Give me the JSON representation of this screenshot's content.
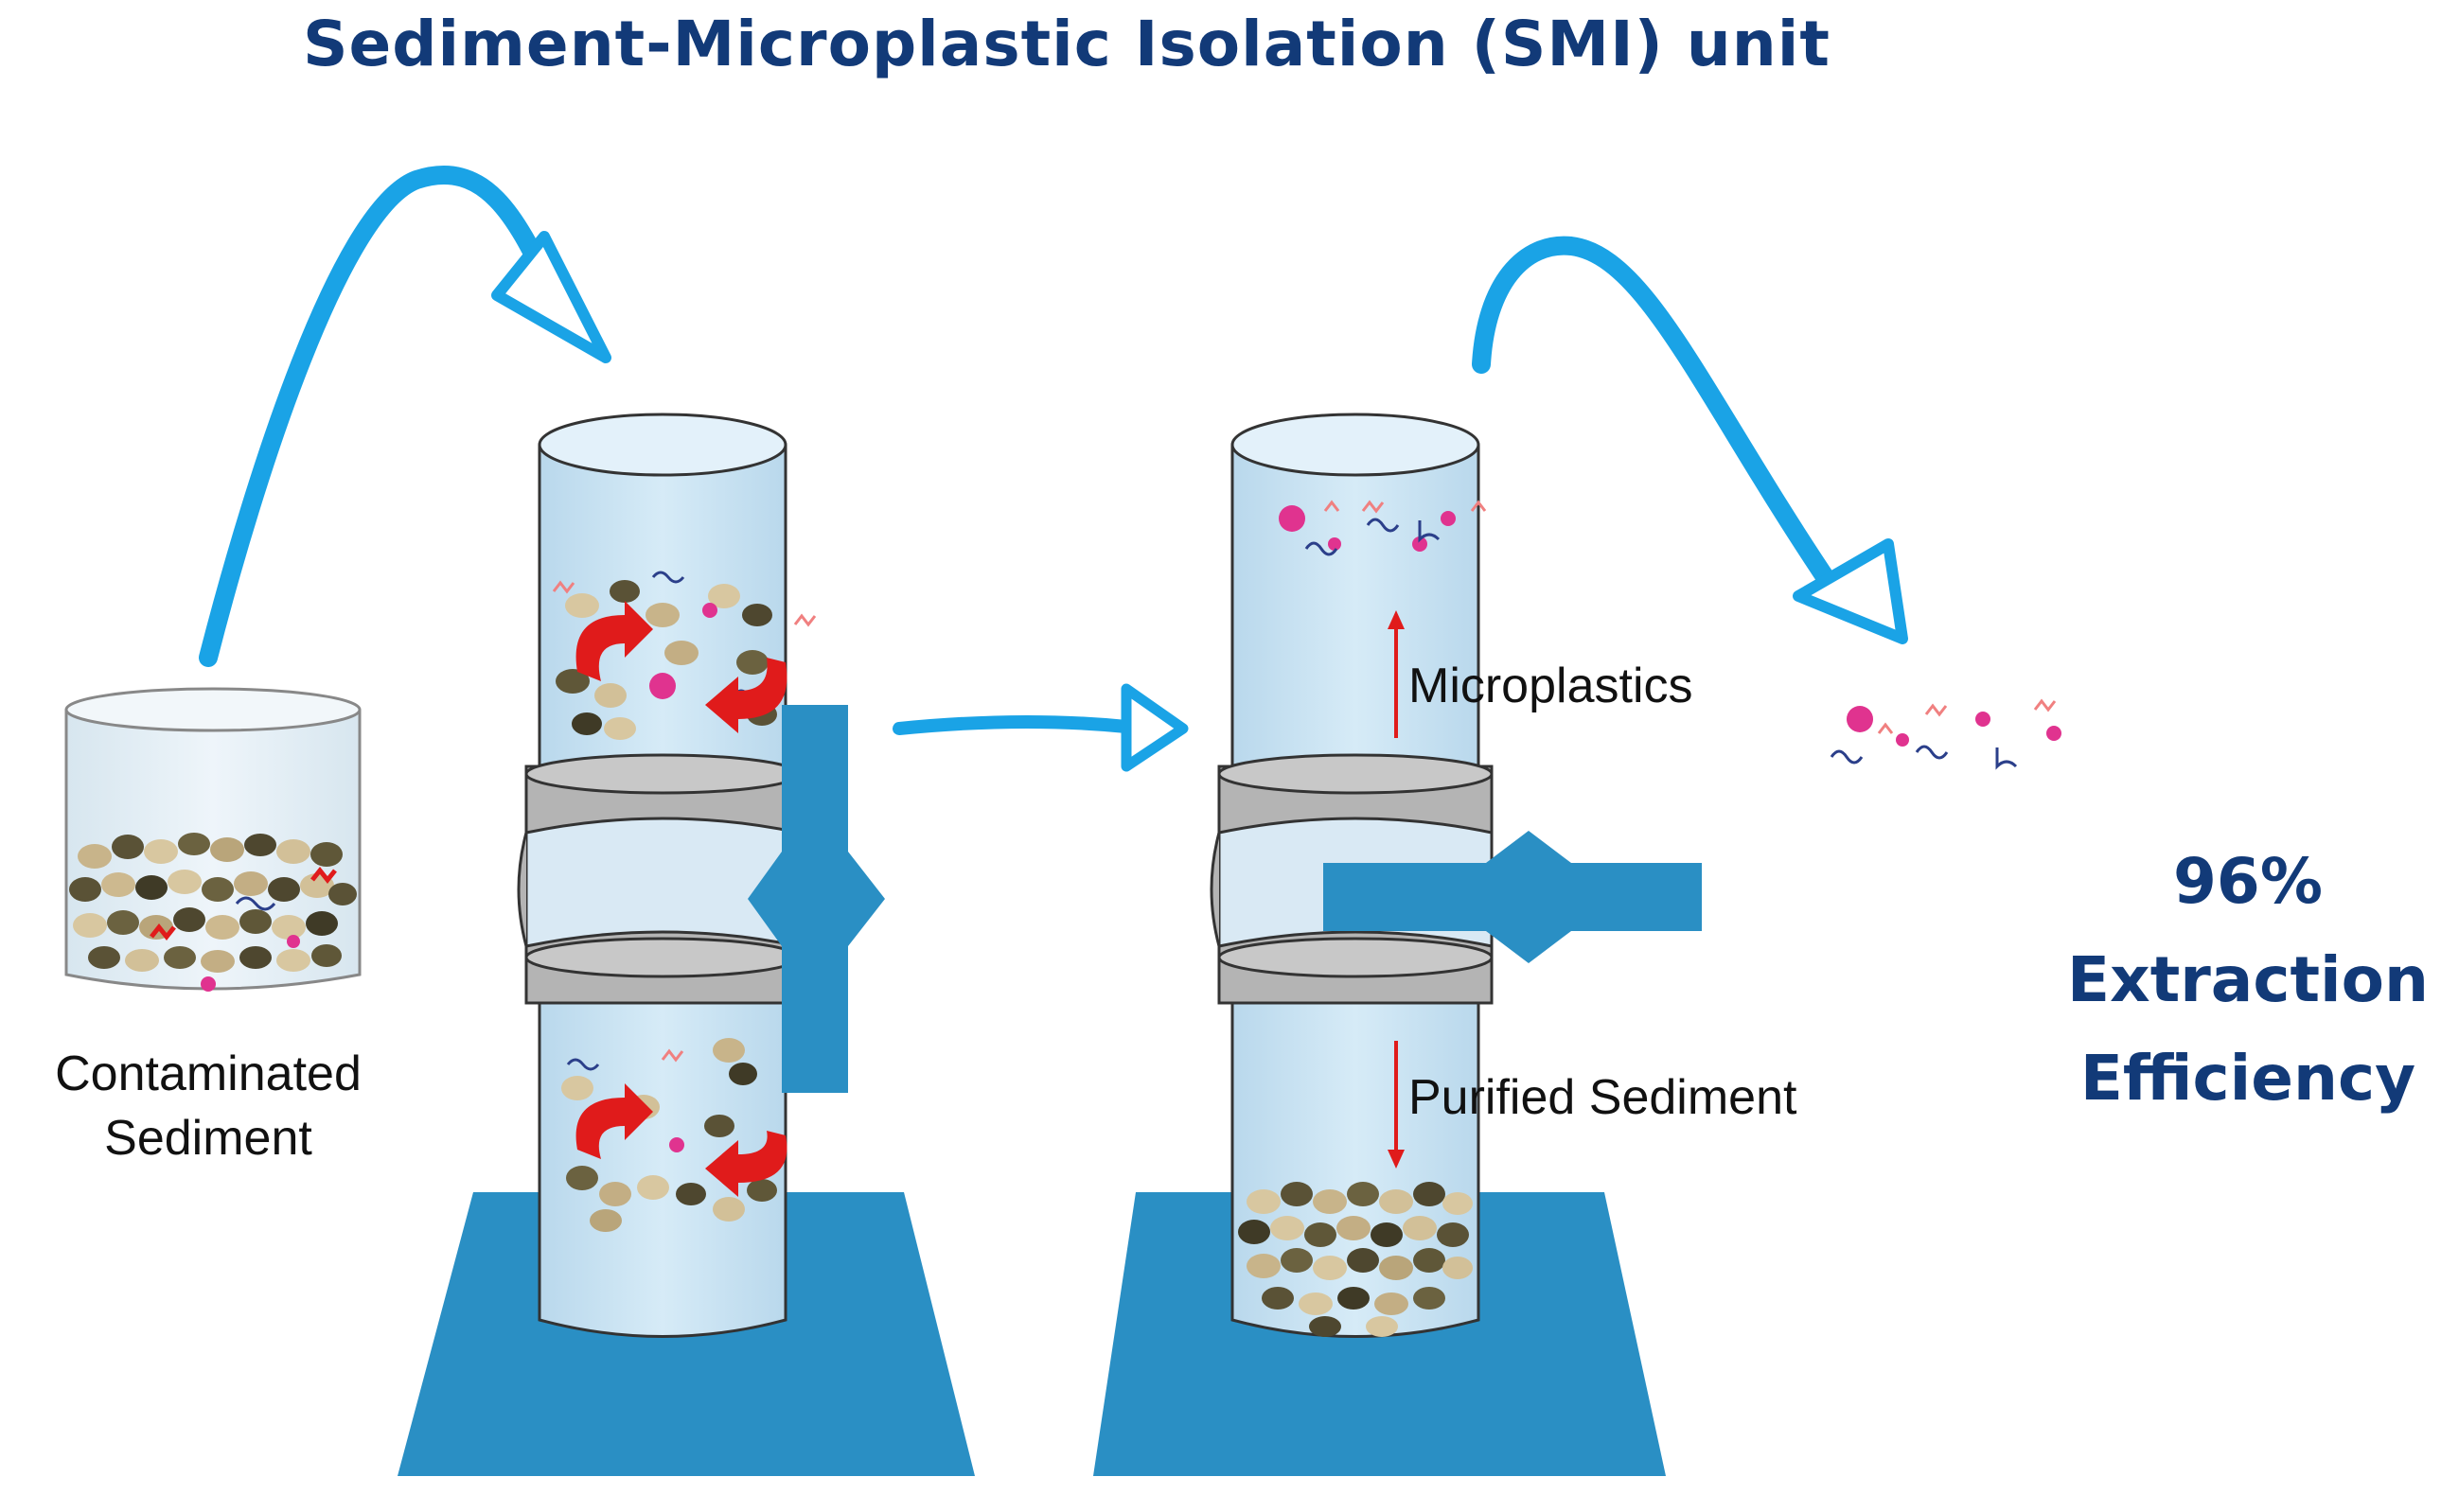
{
  "title": "Sediment-Microplastic Isolation (SMI) unit",
  "labels": {
    "contaminated_line1": "Contaminated",
    "contaminated_line2": "Sediment",
    "microplastics": "Microplastics",
    "purified": "Purified Sediment"
  },
  "efficiency": {
    "line1": "96%",
    "line2": "Extraction",
    "line3": "Efficiency"
  },
  "colors": {
    "flow_arrow": "#1aa3e6",
    "column_fill": "#c8e2f2",
    "column_stroke": "#333333",
    "stand": "#2a8fc4",
    "valve_band": "#b4b4b4",
    "title_text": "#123a78",
    "rotation_arrow": "#e01b1b",
    "microplastic": "#e0338f"
  }
}
